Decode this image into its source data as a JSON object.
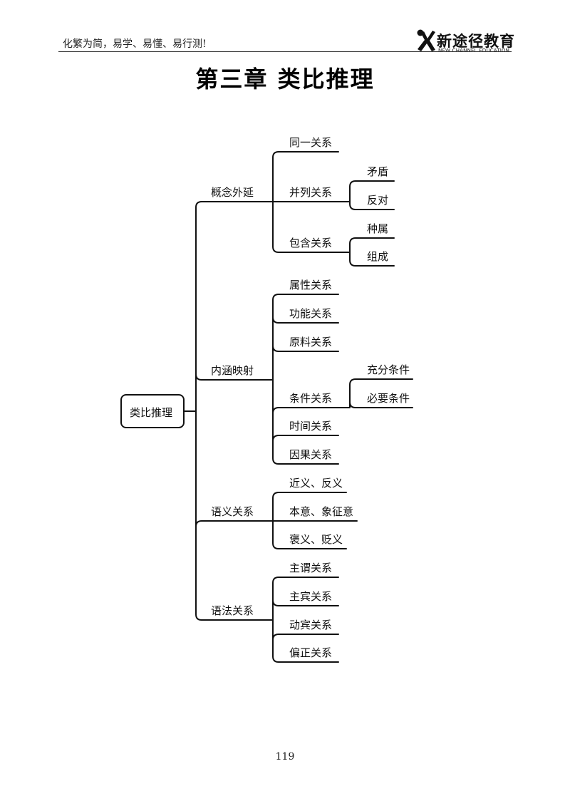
{
  "header": {
    "slogan": "化繁为简，易学、易懂、易行测!",
    "logo_name": "新途径教育",
    "logo_subtitle": "NEW CHANNEL EDUCATION"
  },
  "title": "第三章  类比推理",
  "mindmap": {
    "root": "类比推理",
    "branches": [
      {
        "label": "概念外延",
        "children": [
          {
            "label": "同一关系"
          },
          {
            "label": "并列关系",
            "children": [
              {
                "label": "矛盾"
              },
              {
                "label": "反对"
              }
            ]
          },
          {
            "label": "包含关系",
            "children": [
              {
                "label": "种属"
              },
              {
                "label": "组成"
              }
            ]
          }
        ]
      },
      {
        "label": "内涵映射",
        "children": [
          {
            "label": "属性关系"
          },
          {
            "label": "功能关系"
          },
          {
            "label": "原料关系"
          },
          {
            "label": "条件关系",
            "children": [
              {
                "label": "充分条件"
              },
              {
                "label": "必要条件"
              }
            ]
          },
          {
            "label": "时间关系"
          },
          {
            "label": "因果关系"
          }
        ]
      },
      {
        "label": "语义关系",
        "children": [
          {
            "label": "近义、反义"
          },
          {
            "label": "本意、象征意"
          },
          {
            "label": "褒义、贬义"
          }
        ]
      },
      {
        "label": "语法关系",
        "children": [
          {
            "label": "主谓关系"
          },
          {
            "label": "主宾关系"
          },
          {
            "label": "动宾关系"
          },
          {
            "label": "偏正关系"
          }
        ]
      }
    ]
  },
  "page_number": "119"
}
